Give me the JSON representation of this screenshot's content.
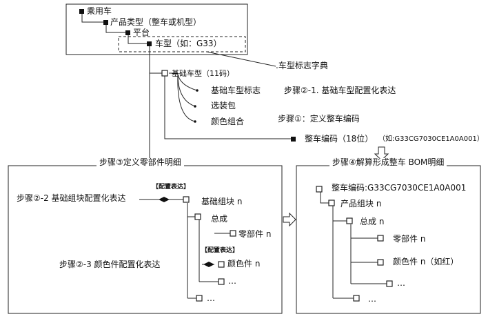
{
  "hierarchy": {
    "vehicle": "乘用车",
    "product_type": "产品类型（整车或机型）",
    "platform": "平台",
    "model": "车型（如：G33）",
    "model_dict": ".车型标志字典"
  },
  "basic_model": {
    "title": "基础车型（11码）",
    "items": [
      "基础车型标志",
      "选装包",
      "颜色组合"
    ]
  },
  "steps": {
    "step2_1": "步骤②-1. 基础车型配置化表达",
    "step1": "步骤①：定义整车编码",
    "step3": "步骤③定义零部件明细",
    "step4": "步骤④解算形成整车 BOM明细",
    "step2_2": "步骤②-2 基础组块配置化表达",
    "step2_3": "步骤②-3 颜色件配置化表达"
  },
  "vehicle_code": {
    "label": "整车编码（18位）",
    "example": "（如:G33CG7030CE1A0A001）"
  },
  "left_tree": {
    "config_tag_1": "【配置表达】",
    "basic_block": "基础组块 n",
    "assembly": "总成",
    "part": "零部件 n",
    "config_tag_2": "【配置表达】",
    "color_part": "颜色件 n",
    "ellipsis_1": "…",
    "ellipsis_2": "…"
  },
  "right_tree": {
    "code": "整车编码:G33CG7030CE1A0A001",
    "product_block": "产品组块 n",
    "assembly": "总成 n",
    "part": "零部件 n",
    "color_part": "颜色件 n（如红）",
    "ellipsis_1": "…",
    "ellipsis_2": "…"
  }
}
